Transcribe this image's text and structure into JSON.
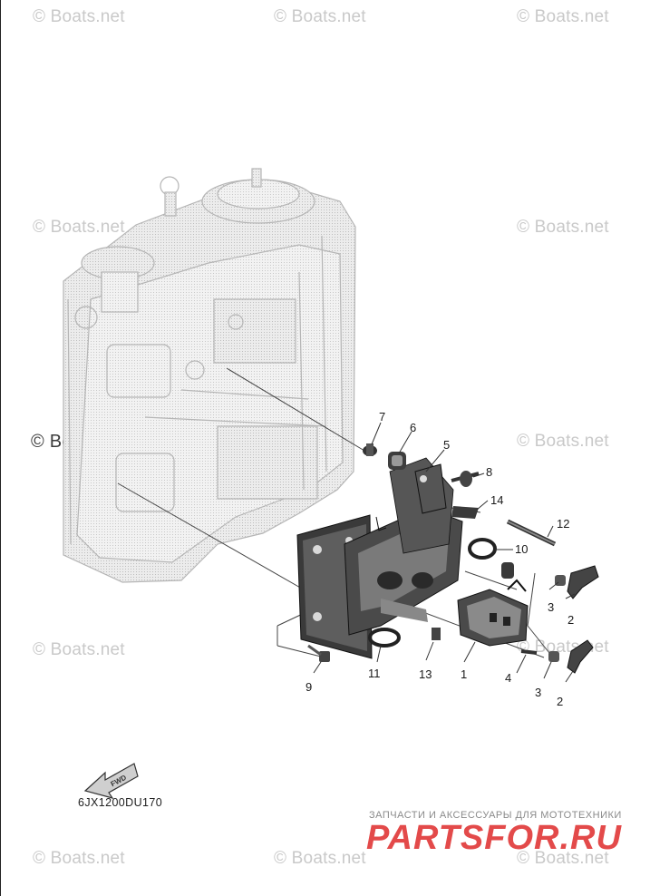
{
  "watermarks": [
    "© Boats.net",
    "© Boats.net",
    "© Boats.net",
    "© Boats.net",
    "© Boats.net",
    "© Boats.net",
    "© Boats.net",
    "© Boats.net",
    "© Boats.net",
    "© Boats.net",
    "© Boats.net",
    "© Boats.net"
  ],
  "callouts": [
    "1",
    "2",
    "2",
    "3",
    "3",
    "4",
    "5",
    "6",
    "7",
    "8",
    "9",
    "10",
    "11",
    "12",
    "13",
    "14"
  ],
  "fwd_label": "FWD",
  "diagram_code": "6JX1200DU170",
  "brand": {
    "tagline": "ЗАПЧАСТИ И АКСЕССУАРЫ ДЛЯ МОТОТЕХНИКИ",
    "logo": "PARTSFOR.RU"
  },
  "colors": {
    "engine_fill": "#e6e6e6",
    "engine_stroke": "#b5b5b5",
    "part_dark": "#2e2e2e",
    "part_mid": "#6b6b6b",
    "brand_red": "#e34a4a",
    "watermark": "#c9c9c9"
  }
}
